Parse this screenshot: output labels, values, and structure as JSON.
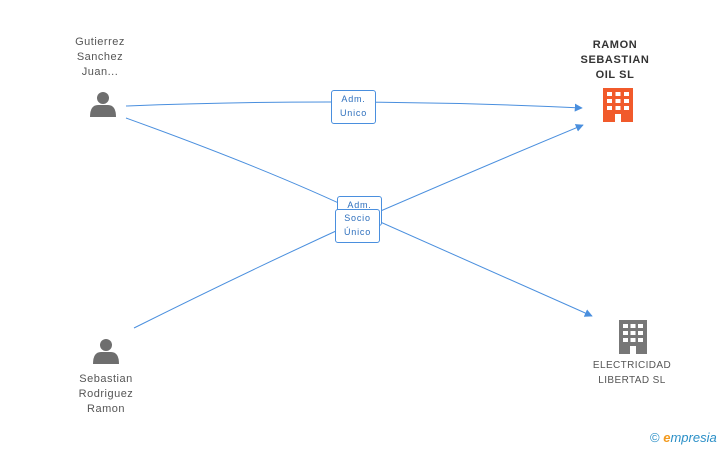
{
  "nodes": {
    "person1": {
      "name": "Gutierrez\nSanchez\nJuan...",
      "icon": "person-icon"
    },
    "person2": {
      "name": "Sebastian\nRodriguez\nRamon",
      "icon": "person-icon"
    },
    "company_main": {
      "name": "RAMON\nSEBASTIAN\nOIL  SL",
      "icon": "building-icon",
      "color": "#f15a2b"
    },
    "company2": {
      "name": "ELECTRICIDAD\nLIBERTAD SL",
      "icon": "building-icon",
      "color": "#777777"
    }
  },
  "edges": [
    {
      "from": "person1",
      "to": "company_main",
      "label": "Adm.\nUnico"
    },
    {
      "from": "person1",
      "to": "company2",
      "label": "Adm.\nUnico"
    },
    {
      "from": "person2",
      "to": "company_main",
      "label": "Socio\nÚnico"
    }
  ],
  "colors": {
    "edge": "#4a8fde",
    "person": "#6e6e6e"
  },
  "brand": {
    "copyright": "©",
    "initial": "e",
    "rest": "mpresia"
  }
}
